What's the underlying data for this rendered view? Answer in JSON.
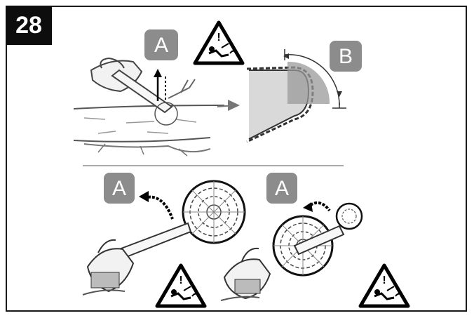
{
  "step_number": "28",
  "labels": {
    "a_top": "A",
    "b_top": "B",
    "a_bottom_left": "A",
    "a_bottom_right": "A"
  },
  "icons": [
    "kickback-warning-icon",
    "kickback-warning-icon",
    "kickback-warning-icon"
  ],
  "colors": {
    "badge": "#8c8c8c",
    "frame": "#1a1a1a",
    "step_box": "#0d0d0d",
    "kickback_zone": "#9a9a9a"
  }
}
